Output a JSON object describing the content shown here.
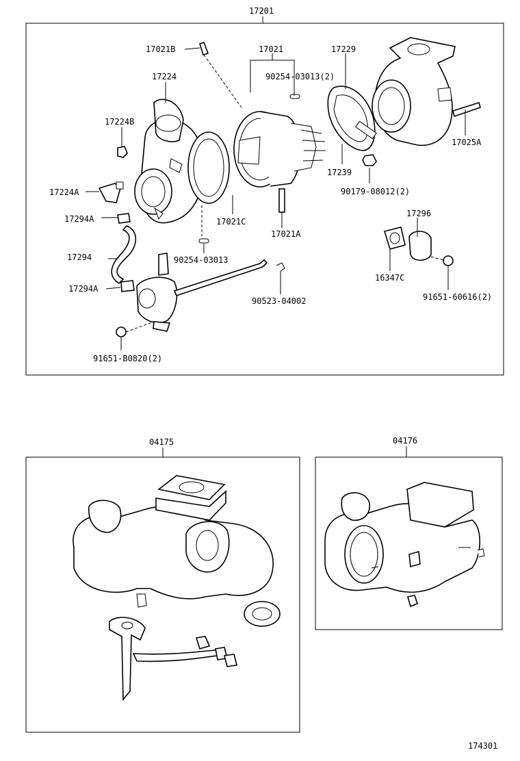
{
  "callouts": {
    "assy": "17201",
    "p17021": "17021",
    "p17021B": "17021B",
    "p17224": "17224",
    "p17229": "17229",
    "p90254_2": "90254-03013(2)",
    "p17224B": "17224B",
    "p17025A": "17025A",
    "p17239": "17239",
    "p17224A": "17224A",
    "p90179": "90179-08012(2)",
    "p17294A_top": "17294A",
    "p17021C": "17021C",
    "p17021A": "17021A",
    "p17296": "17296",
    "p17294": "17294",
    "p90254": "90254-03013",
    "p16347C": "16347C",
    "p17294A_bot": "17294A",
    "p90523": "90523-04002",
    "p91651_6": "91651-60616(2)",
    "p91651_B": "91651-B0820(2)",
    "sub1": "04175",
    "sub2": "04176",
    "figno": "174301"
  }
}
